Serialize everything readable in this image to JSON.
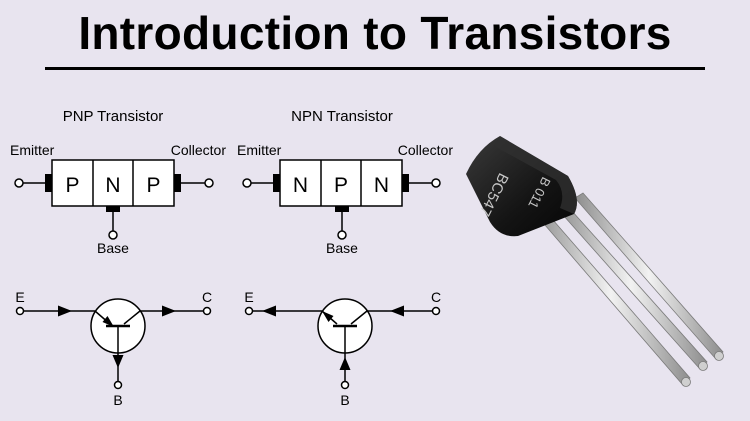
{
  "title": "Introduction to Transistors",
  "pnp": {
    "heading": "PNP Transistor",
    "emitter_label": "Emitter",
    "collector_label": "Collector",
    "base_label": "Base",
    "layers": [
      "P",
      "N",
      "P"
    ],
    "symbol": {
      "e": "E",
      "c": "C",
      "b": "B"
    }
  },
  "npn": {
    "heading": "NPN Transistor",
    "emitter_label": "Emitter",
    "collector_label": "Collector",
    "base_label": "Base",
    "layers": [
      "N",
      "P",
      "N"
    ],
    "symbol": {
      "e": "E",
      "c": "C",
      "b": "B"
    }
  },
  "photo": {
    "marking_line1": "BC547",
    "marking_line2": "B 011"
  },
  "colors": {
    "background": "#e8e4ef",
    "line": "#000000",
    "box_fill": "#ffffff",
    "component_body": "#1b1b1b",
    "leads": "#c9c9c9"
  }
}
